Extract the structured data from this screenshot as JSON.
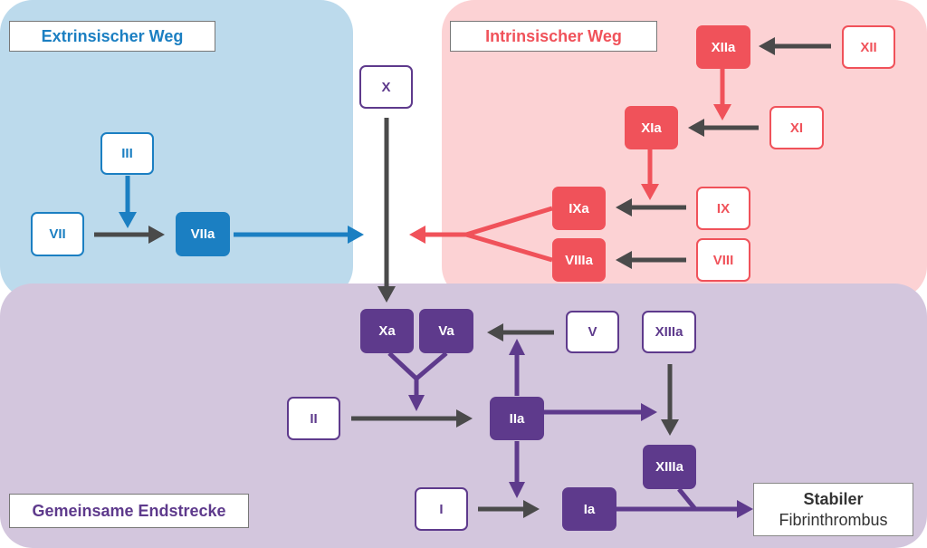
{
  "colors": {
    "extrinsic": "#1b7fc2",
    "intrinsic": "#f0525a",
    "common": "#5e3a8c",
    "neutral_arrow": "#4a4a4a",
    "extrinsic_bg": "#bcdaec",
    "intrinsic_bg": "#fcd2d4",
    "common_bg": "#d3c6dd"
  },
  "extrinsic": {
    "title": "Extrinsischer Weg",
    "factors": {
      "vii": "VII",
      "iii": "III",
      "viia": "VIIa"
    }
  },
  "intrinsic": {
    "title": "Intrinsischer Weg",
    "factors": {
      "xiia": "XIIa",
      "xii": "XII",
      "xia": "XIa",
      "xi": "XI",
      "ixa": "IXa",
      "ix": "IX",
      "viiia": "VIIIa",
      "viii": "VIII"
    }
  },
  "common": {
    "title": "Gemeinsame Endstrecke",
    "factors": {
      "x": "X",
      "xa": "Xa",
      "va": "Va",
      "v": "V",
      "xiiia_top": "XIIIa",
      "ii": "II",
      "iia": "IIa",
      "xiiia": "XIIIa",
      "i": "I",
      "ia": "Ia"
    },
    "result": {
      "line1": "Stabiler",
      "line2": "Fibrinthrombus"
    }
  }
}
